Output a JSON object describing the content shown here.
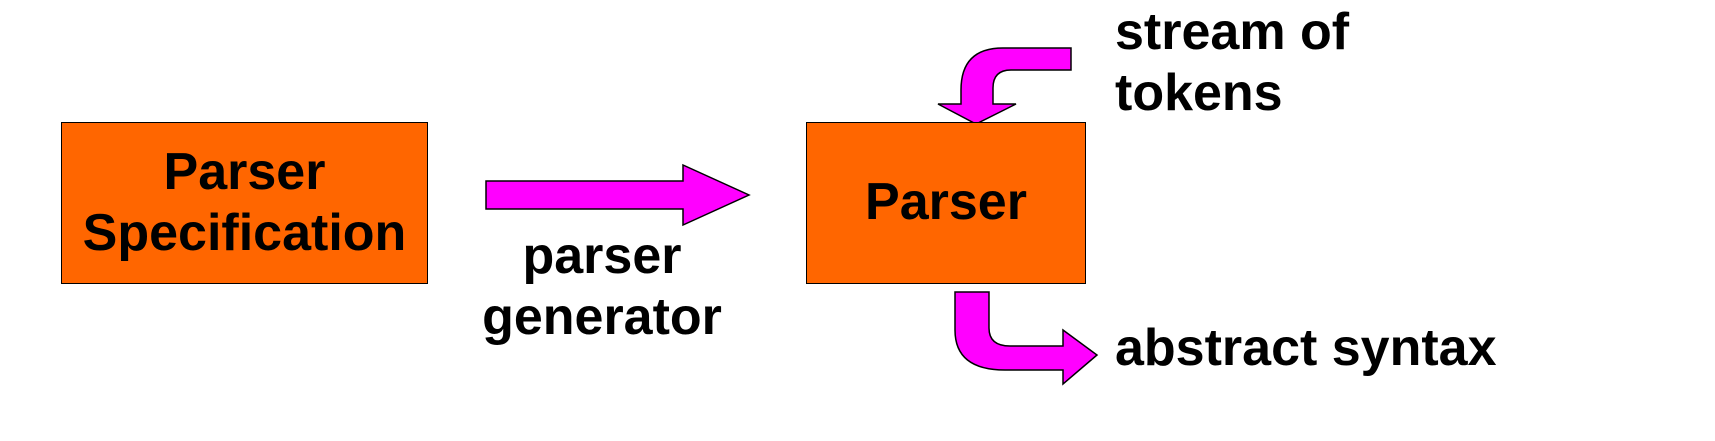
{
  "diagram": {
    "nodes": {
      "specification": {
        "lines": [
          "Parser",
          "Specification"
        ]
      },
      "parser": {
        "lines": [
          "Parser"
        ]
      }
    },
    "edges": {
      "generator": {
        "lines": [
          "parser",
          "generator"
        ]
      },
      "tokens_in": {
        "lines": [
          "stream of",
          "tokens"
        ]
      },
      "abstract_out": {
        "lines": [
          "abstract syntax"
        ]
      }
    }
  },
  "colors": {
    "box_fill": "#ff6600",
    "arrow_fill": "#ff00ff",
    "outline": "#000000",
    "background": "#ffffff"
  }
}
